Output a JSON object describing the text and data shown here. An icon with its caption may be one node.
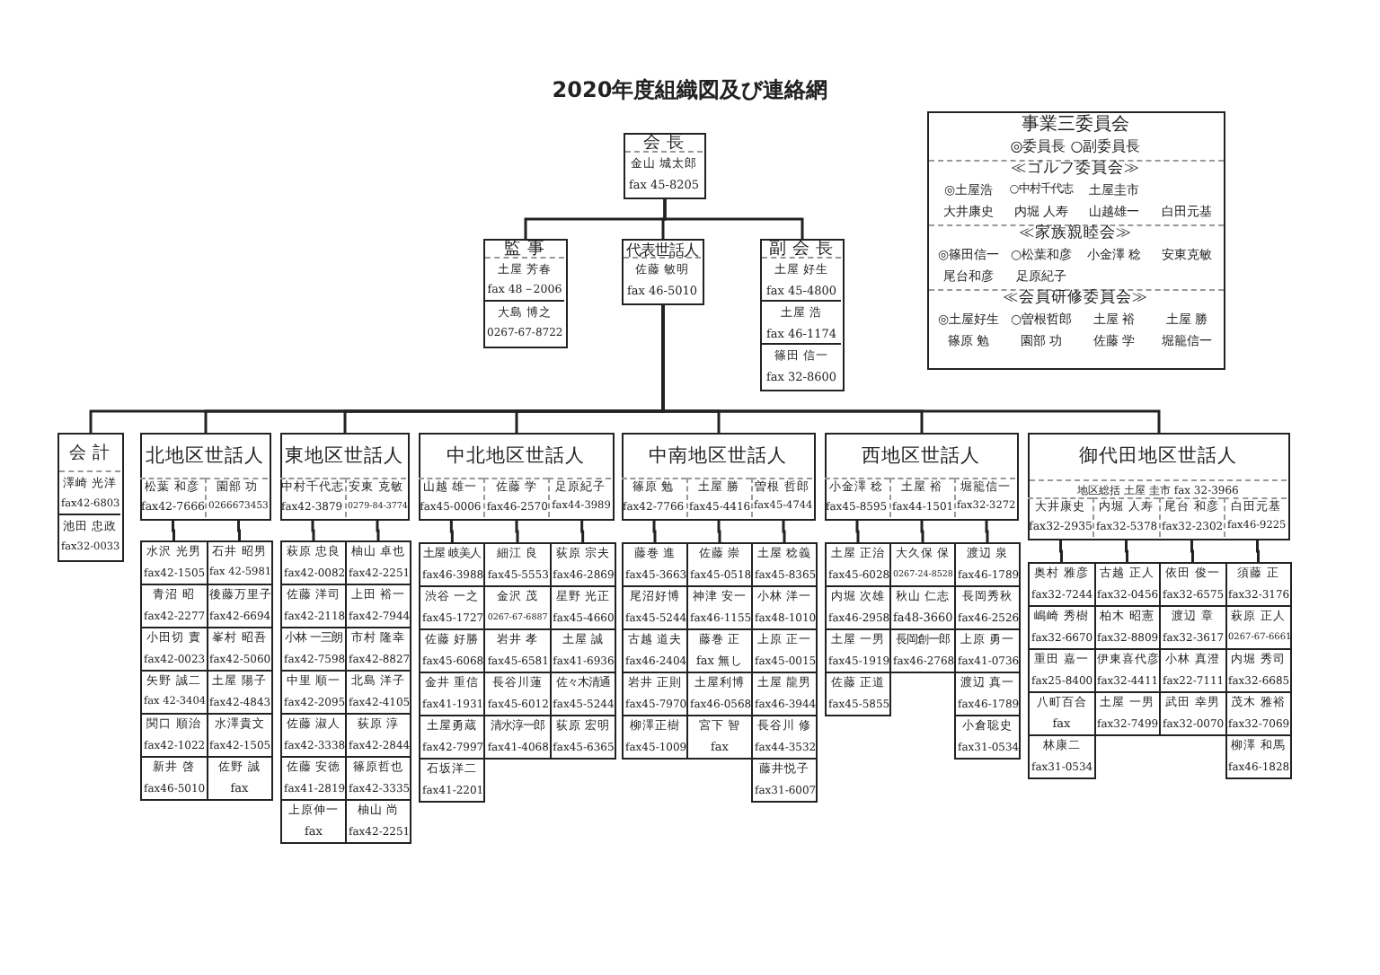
{
  "diagram": {
    "title": "2020年度組織図及び連絡網",
    "nodes": [
      {
        "text": [
          "会 長",
          "金山 城太郎",
          "fax 45-8205"
        ]
      },
      {
        "text": [
          "監 事",
          "土屋 芳春",
          "fax 48－2006",
          "大島 博之",
          "0267-67-8722"
        ]
      },
      {
        "text": [
          "代表世話人",
          "佐藤 敏明",
          "fax 46-5010"
        ]
      },
      {
        "text": [
          "副 会 長",
          "土屋 好生",
          "fax 45-4800",
          "土屋 浩",
          "fax 46-1174",
          "篠田 信一",
          "fax 32-8600"
        ]
      },
      {
        "text": [
          "事業三委員会",
          "◎委員長 ○副委員長",
          "≪ゴルフ委員会≫",
          "◎土屋浩",
          "○中村千代志",
          "土屋圭市",
          "大井康史",
          "内堀 人寿",
          "山越雄一",
          "白田元基",
          "≪家族親睦会≫",
          "◎篠田信一",
          "○松葉和彦",
          "小金澤 稔",
          "安東克敏",
          "尾台和彦",
          "足原紀子",
          "≪会員研修委員会≫",
          "◎土屋好生",
          "○曽根哲郎",
          "土屋 裕",
          "土屋 勝",
          "篠原 勉",
          "園部 功",
          "佐藤 学",
          "堀籠信一"
        ]
      },
      {
        "text": [
          "会 計",
          "澤崎 光洋",
          "fax42-6803",
          "池田 忠政",
          "fax32-0033"
        ]
      },
      {
        "text": [
          "北地区世話人"
        ]
      },
      {
        "text": [
          "松葉 和彦",
          "fax42-7666"
        ],
        "in": 6
      },
      {
        "text": [
          "園部 功",
          "0266673453"
        ],
        "in": 6
      },
      {
        "text": [
          "水沢 光男",
          "fax42-1505"
        ]
      },
      {
        "text": [
          "石井 昭男",
          "fax 42-5981"
        ]
      },
      {
        "text": [
          "青沼 昭",
          "fax42-2277"
        ]
      },
      {
        "text": [
          "後藤万里子",
          "fax42-6694"
        ]
      },
      {
        "text": [
          "小田切 實",
          "fax42-0023"
        ]
      },
      {
        "text": [
          "峯村 昭吾",
          "fax42-5060"
        ]
      },
      {
        "text": [
          "矢野 誠二",
          "fax 42-3404"
        ]
      },
      {
        "text": [
          "土屋 陽子",
          "fax42-4843"
        ]
      },
      {
        "text": [
          "関口 順治",
          "fax42-1022"
        ]
      },
      {
        "text": [
          "水澤貴文",
          "fax42-1505"
        ]
      },
      {
        "text": [
          "新井 啓",
          "fax46-5010"
        ]
      },
      {
        "text": [
          "佐野 誠",
          "fax"
        ]
      },
      {
        "text": [
          "東地区世話人"
        ]
      },
      {
        "text": [
          "中村千代志",
          "fax42-3879"
        ],
        "in": 21
      },
      {
        "text": [
          "安東 克敏",
          "0279-84-3774"
        ],
        "in": 21
      },
      {
        "text": [
          "萩原 忠良",
          "fax42-0082"
        ]
      },
      {
        "text": [
          "柚山 卓也",
          "fax42-2251"
        ]
      },
      {
        "text": [
          "佐藤 洋司",
          "fax42-2118"
        ]
      },
      {
        "text": [
          "上田 裕一",
          "fax42-7944"
        ]
      },
      {
        "text": [
          "小林 一三朗",
          "fax42-7598"
        ]
      },
      {
        "text": [
          "市村 隆幸",
          "fax42-8827"
        ]
      },
      {
        "text": [
          "中里 順一",
          "fax42-2095"
        ]
      },
      {
        "text": [
          "北島 洋子",
          "fax42-4105"
        ]
      },
      {
        "text": [
          "佐藤 淑人",
          "fax42-3338"
        ]
      },
      {
        "text": [
          "荻原 淳",
          "fax42-2844"
        ]
      },
      {
        "text": [
          "佐藤 安徳",
          "fax41-2819"
        ]
      },
      {
        "text": [
          "篠原哲也",
          "fax42-3335"
        ]
      },
      {
        "text": [
          "上原伸一",
          "fax"
        ]
      },
      {
        "text": [
          "柚山 尚",
          "fax42-2251"
        ]
      },
      {
        "text": [
          "中北地区世話人"
        ]
      },
      {
        "text": [
          "山越 雄一",
          "fax45-0006"
        ],
        "in": 38
      },
      {
        "text": [
          "佐藤 学",
          "fax46-2570"
        ],
        "in": 38
      },
      {
        "text": [
          "足原紀子",
          "fax44-3989"
        ],
        "in": 38
      },
      {
        "text": [
          "土屋 岐美人",
          "fax46-3988"
        ]
      },
      {
        "text": [
          "細江 良",
          "fax45-5553"
        ]
      },
      {
        "text": [
          "荻原 宗夫",
          "fax46-2869"
        ]
      },
      {
        "text": [
          "渋谷 一之",
          "fax45-1727"
        ]
      },
      {
        "text": [
          "金沢 茂",
          "0267-67-6887"
        ]
      },
      {
        "text": [
          "星野 光正",
          "fax45-4660"
        ]
      },
      {
        "text": [
          "佐藤 好勝",
          "fax45-6068"
        ]
      },
      {
        "text": [
          "岩井 孝",
          "fax45-6581"
        ]
      },
      {
        "text": [
          "土屋 誠",
          "fax41-6936"
        ]
      },
      {
        "text": [
          "金井 重信",
          "fax41-1931"
        ]
      },
      {
        "text": [
          "長谷川蓮",
          "fax45-6012"
        ]
      },
      {
        "text": [
          "佐々木清通",
          "fax45-5244"
        ]
      },
      {
        "text": [
          "土屋勇蔵",
          "fax42-7997"
        ]
      },
      {
        "text": [
          "清水淳一郎",
          "fax41-4068"
        ]
      },
      {
        "text": [
          "荻原 宏明",
          "fax45-6365"
        ]
      },
      {
        "text": [
          "石坂洋二",
          "fax41-2201"
        ]
      },
      {
        "text": [
          "中南地区世話人"
        ]
      },
      {
        "text": [
          "篠原 勉",
          "fax42-7766"
        ],
        "in": 58
      },
      {
        "text": [
          "土屋 勝",
          "fax45-4416"
        ],
        "in": 58
      },
      {
        "text": [
          "曽根 哲郎",
          "fax45-4744"
        ],
        "in": 58
      },
      {
        "text": [
          "藤巻 進",
          "fax45-3663"
        ]
      },
      {
        "text": [
          "佐藤 崇",
          "fax45-0518"
        ]
      },
      {
        "text": [
          "土屋 稔義",
          "fax45-8365"
        ]
      },
      {
        "text": [
          "尾沼好博",
          "fax45-5244"
        ]
      },
      {
        "text": [
          "神津 安一",
          "fax46-1155"
        ]
      },
      {
        "text": [
          "小林 洋一",
          "fax48-1010"
        ]
      },
      {
        "text": [
          "古越 道夫",
          "fax46-2404"
        ]
      },
      {
        "text": [
          "藤巻 正",
          "fax 無し"
        ]
      },
      {
        "text": [
          "上原 正一",
          "fax45-0015"
        ]
      },
      {
        "text": [
          "岩井 正則",
          "fax45-7970"
        ]
      },
      {
        "text": [
          "土屋利博",
          "fax46-0568"
        ]
      },
      {
        "text": [
          "土屋 龍男",
          "fax46-3944"
        ]
      },
      {
        "text": [
          "柳澤正樹",
          "fax45-1009"
        ]
      },
      {
        "text": [
          "宮下 智",
          "fax"
        ]
      },
      {
        "text": [
          "長谷川 修",
          "fax44-3532"
        ]
      },
      {
        "text": [
          "藤井悦子",
          "fax31-6007"
        ]
      },
      {
        "text": [
          "西地区世話人"
        ]
      },
      {
        "text": [
          "小金澤 稔",
          "fax45-8595"
        ],
        "in": 78
      },
      {
        "text": [
          "土屋 裕",
          "fax44-1501"
        ],
        "in": 78
      },
      {
        "text": [
          "堀籠信一",
          "fax32-3272"
        ],
        "in": 78
      },
      {
        "text": [
          "土屋 正治",
          "fax45-6028"
        ]
      },
      {
        "text": [
          "大久保 保",
          "0267-24-8528"
        ]
      },
      {
        "text": [
          "渡辺 泉",
          "fax46-1789"
        ]
      },
      {
        "text": [
          "内堀 次雄",
          "fax46-2958"
        ]
      },
      {
        "text": [
          "秋山 仁志",
          "fa48-3660"
        ]
      },
      {
        "text": [
          "長岡秀秋",
          "fax46-2526"
        ]
      },
      {
        "text": [
          "土屋 一男",
          "fax45-1919"
        ]
      },
      {
        "text": [
          "長岡創一郎",
          "fax46-2768"
        ]
      },
      {
        "text": [
          "上原 勇一",
          "fax41-0736"
        ]
      },
      {
        "text": [
          "佐藤 正道",
          "fax45-5855"
        ]
      },
      {
        "text": [
          "渡辺 真一",
          "fax46-1789"
        ]
      },
      {
        "text": [
          "小倉聡史",
          "fax31-0534"
        ]
      },
      {
        "text": [
          "御代田地区世話人",
          "地区総括 土屋 圭市 fax 32-3966"
        ]
      },
      {
        "text": [
          "大井康史",
          "fax32-2935"
        ],
        "in": 94
      },
      {
        "text": [
          "内堀 人寿",
          "fax32-5378"
        ],
        "in": 94
      },
      {
        "text": [
          "尾台 和彦",
          "fax32-2302"
        ],
        "in": 94
      },
      {
        "text": [
          "白田元基",
          "fax46-9225"
        ],
        "in": 94
      },
      {
        "text": [
          "奥村 雅彦",
          "fax32-7244"
        ]
      },
      {
        "text": [
          "古越 正人",
          "fax32-0456"
        ]
      },
      {
        "text": [
          "依田 俊一",
          "fax32-6575"
        ]
      },
      {
        "text": [
          "須藤 正",
          "fax32-3176"
        ]
      },
      {
        "text": [
          "嶋崎 秀樹",
          "fax32-6670"
        ]
      },
      {
        "text": [
          "柏木 昭憲",
          "fax32-8809"
        ]
      },
      {
        "text": [
          "渡辺 章",
          "fax32-3617"
        ]
      },
      {
        "text": [
          "萩原 正人",
          "0267-67-6661"
        ]
      },
      {
        "text": [
          "重田 嘉一",
          "fax25-8400"
        ]
      },
      {
        "text": [
          "伊東喜代彦",
          "fax32-4411"
        ]
      },
      {
        "text": [
          "小林 真澄",
          "fax22-7111"
        ]
      },
      {
        "text": [
          "内堀 秀司",
          "fax32-6685"
        ]
      },
      {
        "text": [
          "八町百合",
          "fax"
        ]
      },
      {
        "text": [
          "土屋 一男",
          "fax32-7499"
        ]
      },
      {
        "text": [
          "武田 幸男",
          "fax32-0070"
        ]
      },
      {
        "text": [
          "茂木 雅裕",
          "fax32-7069"
        ]
      },
      {
        "text": [
          "林康二",
          "fax31-0534"
        ]
      },
      {
        "text": [
          "柳澤 和馬",
          "fax46-1828"
        ]
      }
    ],
    "edges": [
      {
        "from": 0,
        "to": 1,
        "arrow": "none"
      },
      {
        "from": 0,
        "to": 2,
        "arrow": "none"
      },
      {
        "from": 0,
        "to": 3,
        "arrow": "none"
      },
      {
        "from": 2,
        "to": 5,
        "arrow": "none"
      },
      {
        "from": 2,
        "to": 6,
        "arrow": "none"
      },
      {
        "from": 2,
        "to": 21,
        "arrow": "none"
      },
      {
        "from": 2,
        "to": 38,
        "arrow": "none"
      },
      {
        "from": 2,
        "to": 58,
        "arrow": "none"
      },
      {
        "from": 2,
        "to": 78,
        "arrow": "none"
      },
      {
        "from": 2,
        "to": 94,
        "arrow": "none"
      },
      {
        "from": 7,
        "to": 9,
        "arrow": "none"
      },
      {
        "from": 8,
        "to": 10,
        "arrow": "none"
      },
      {
        "from": 22,
        "to": 24,
        "arrow": "none"
      },
      {
        "from": 23,
        "to": 25,
        "arrow": "none"
      },
      {
        "from": 39,
        "to": 42,
        "arrow": "none"
      },
      {
        "from": 40,
        "to": 43,
        "arrow": "none"
      },
      {
        "from": 41,
        "to": 44,
        "arrow": "none"
      },
      {
        "from": 59,
        "to": 62,
        "arrow": "none"
      },
      {
        "from": 60,
        "to": 63,
        "arrow": "none"
      },
      {
        "from": 61,
        "to": 64,
        "arrow": "none"
      },
      {
        "from": 79,
        "to": 82,
        "arrow": "none"
      },
      {
        "from": 80,
        "to": 83,
        "arrow": "none"
      },
      {
        "from": 81,
        "to": 84,
        "arrow": "none"
      },
      {
        "from": 95,
        "to": 99,
        "arrow": "none"
      },
      {
        "from": 96,
        "to": 100,
        "arrow": "none"
      },
      {
        "from": 97,
        "to": 101,
        "arrow": "none"
      },
      {
        "from": 98,
        "to": 102,
        "arrow": "none"
      }
    ]
  }
}
